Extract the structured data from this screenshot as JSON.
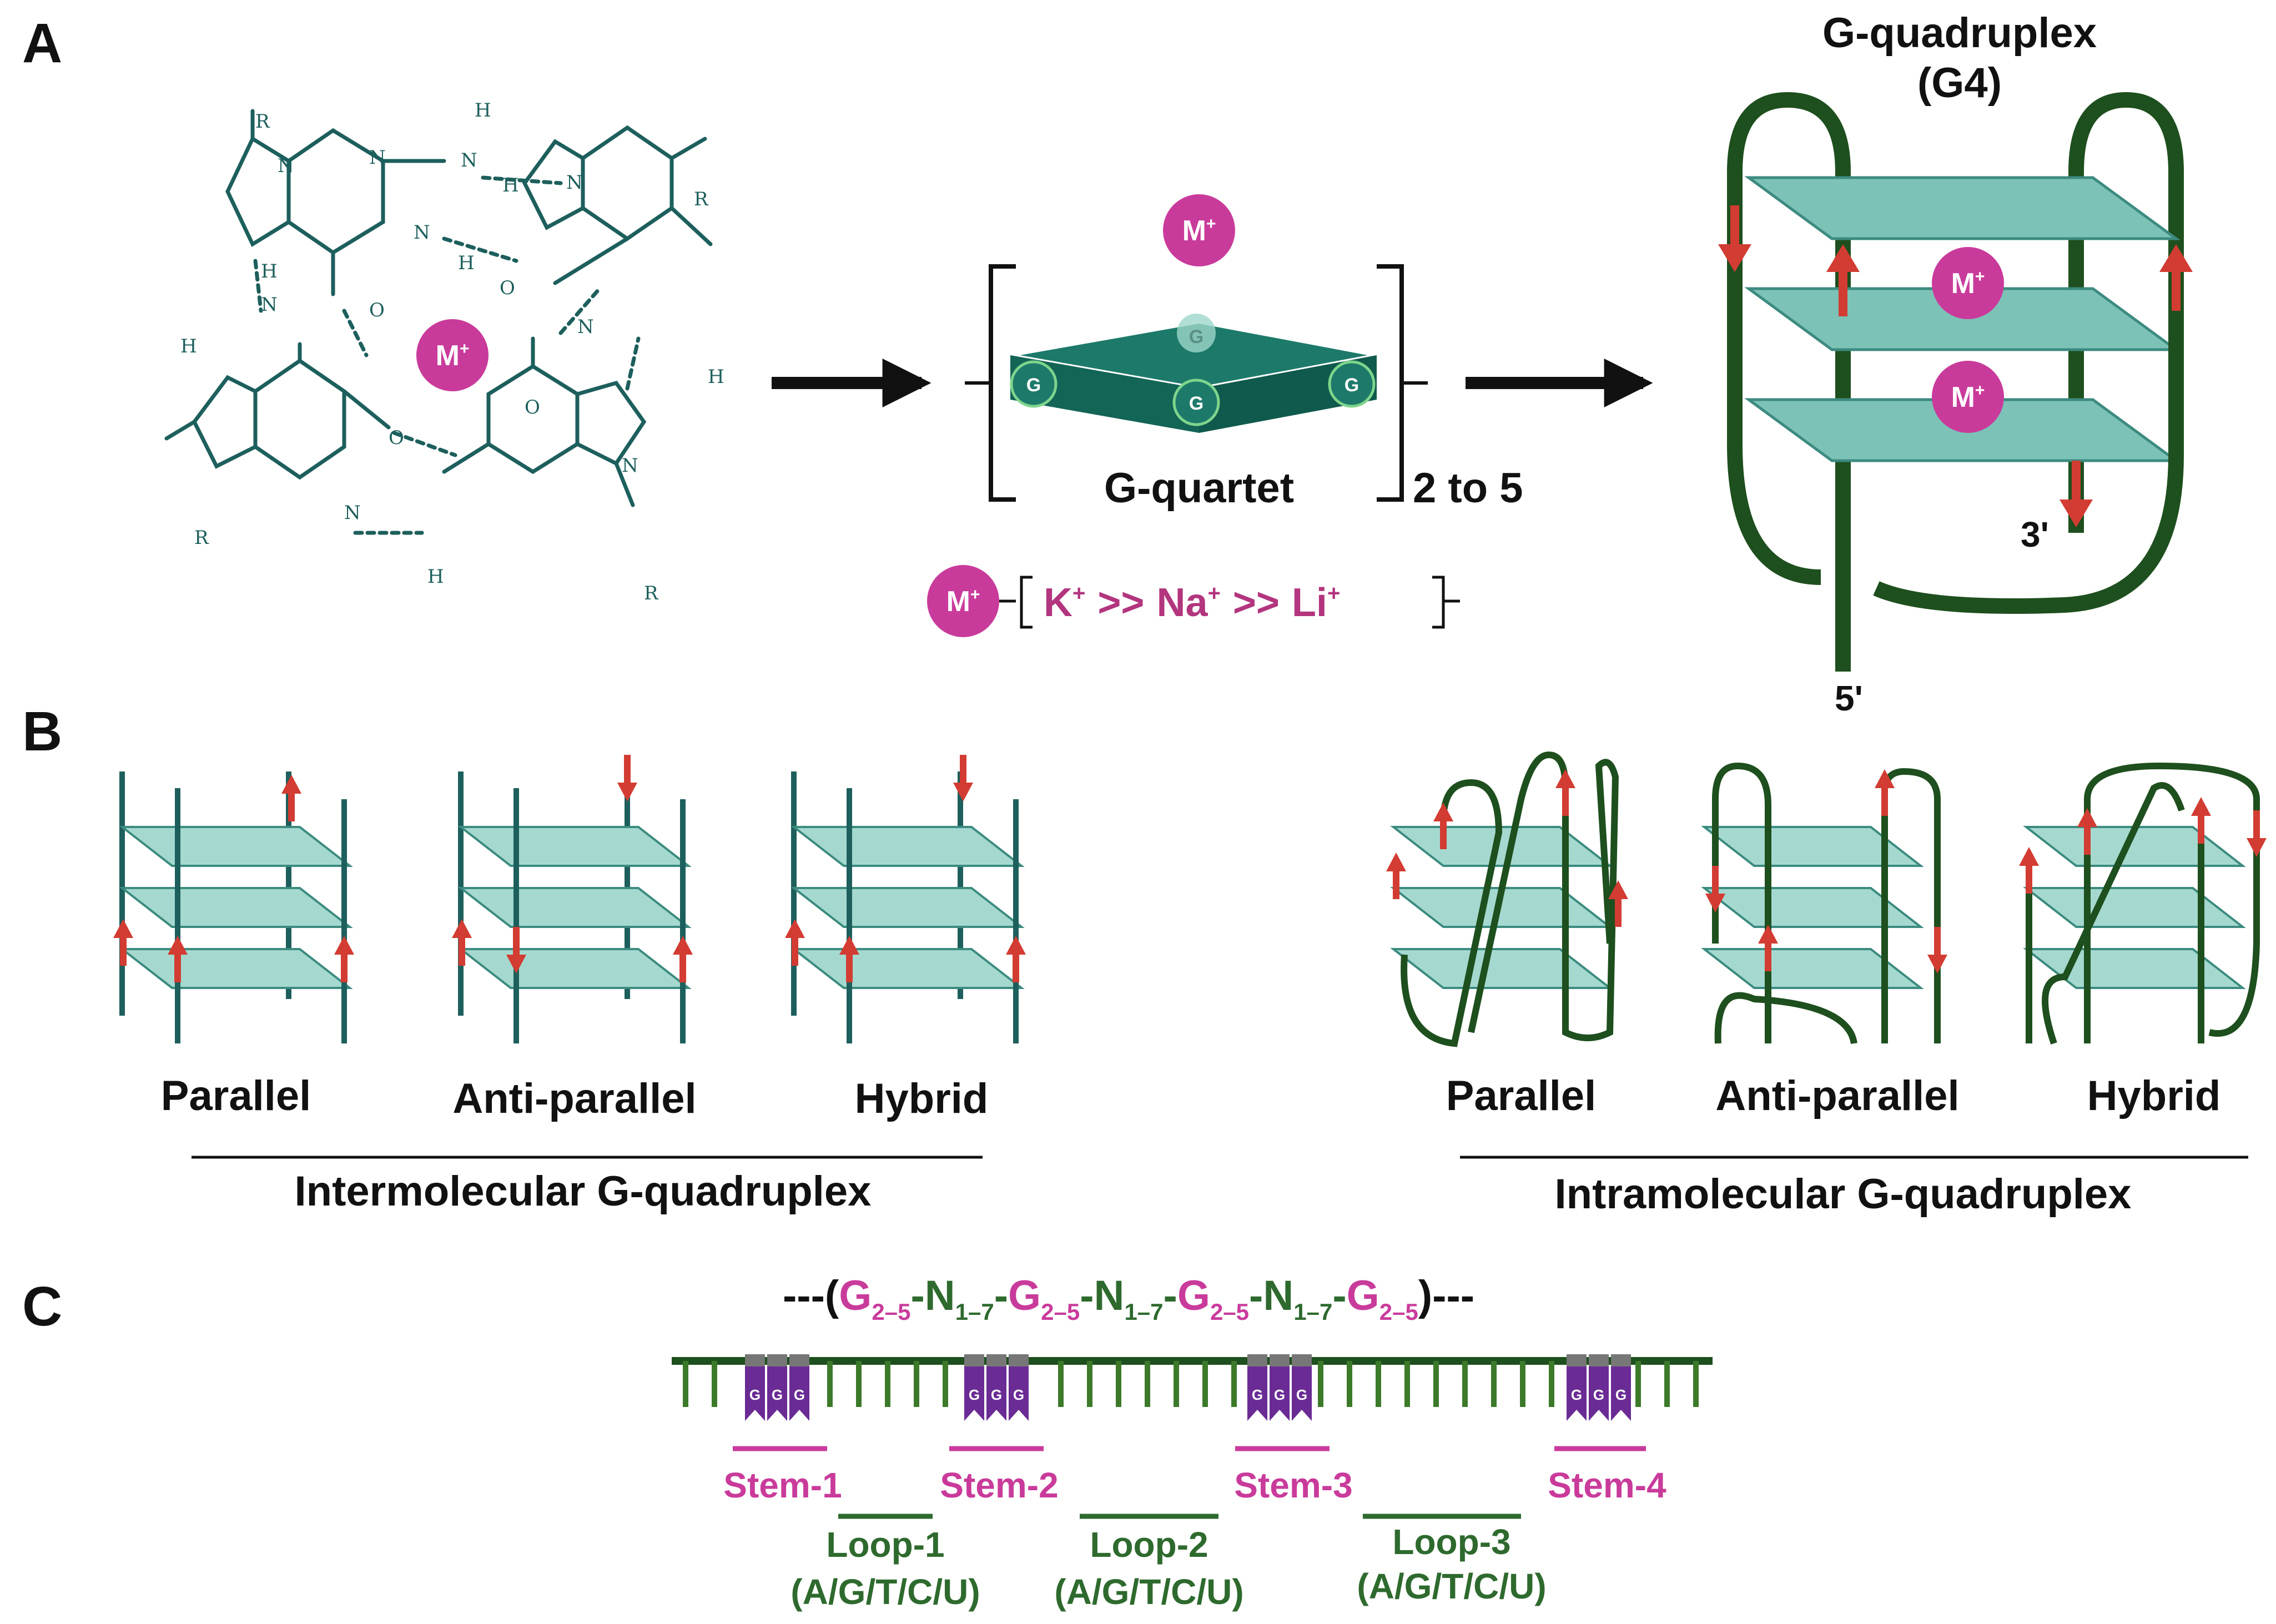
{
  "colors": {
    "teal": "#1d5f5c",
    "plate": "#7cc2b6",
    "plate_edge": "#3c8b80",
    "backbone": "#1e4f1e",
    "arrow": "#d23c32",
    "magenta": "#c93b9b",
    "purple": "#6a2b95",
    "green_text": "#2e6a2e"
  },
  "panels": {
    "a": "A",
    "b": "B",
    "c": "C"
  },
  "panel_a": {
    "ion": "M",
    "ion_sup": "+",
    "quartet_label": "G-quartet",
    "quartet_g": "G",
    "range": "2 to 5",
    "cation_order": {
      "k": "K",
      "na": "Na",
      "li": "Li",
      "plus": "+",
      "gt": ">>"
    },
    "g4_title_1": "G-quadruplex",
    "g4_title_2": "(G4)",
    "three_prime": "3'",
    "five_prime": "5'",
    "chem": {
      "N": "N",
      "H": "H",
      "R": "R",
      "O": "O"
    }
  },
  "panel_b": {
    "inter": {
      "labels": [
        "Parallel",
        "Anti-parallel",
        "Hybrid"
      ],
      "caption": "Intermolecular G-quadruplex"
    },
    "intra": {
      "labels": [
        "Parallel",
        "Anti-parallel",
        "Hybrid"
      ],
      "caption": "Intramolecular G-quadruplex"
    }
  },
  "panel_c": {
    "motif": {
      "open": "---(",
      "G": "G",
      "gsub": "2–5",
      "N": "N",
      "nsub": "1–7",
      "dash": "-",
      "close": ")---"
    },
    "base_letter": "G",
    "stems": [
      "Stem-1",
      "Stem-2",
      "Stem-3",
      "Stem-4"
    ],
    "loops": [
      "Loop-1",
      "Loop-2",
      "Loop-3"
    ],
    "loop_bases": "(A/G/T/C/U)"
  }
}
